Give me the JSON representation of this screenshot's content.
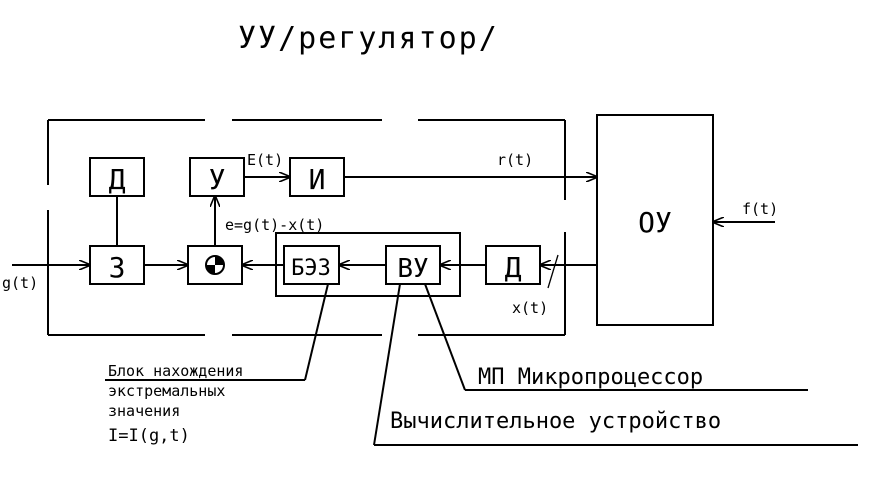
{
  "title": "УУ/регулятор/",
  "blocks": {
    "d_top": "Д",
    "z": "З",
    "u": "У",
    "i": "И",
    "bez": "БЭЗ",
    "vu": "ВУ",
    "d_right": "Д",
    "ou": "ОУ"
  },
  "signals": {
    "g": "g(t)",
    "E": "E(t)",
    "r": "r(t)",
    "f": "f(t)",
    "x": "x(t)",
    "e": "e=g(t)-x(t)"
  },
  "annotations": {
    "mp": "МП Микропроцессор",
    "vu_label": "Вычислительное устройство",
    "bez_line1": "Блок нахождения",
    "bez_line2": "экстремальных",
    "bez_line3": "значения",
    "bez_formula": "I=I(g,t)"
  }
}
